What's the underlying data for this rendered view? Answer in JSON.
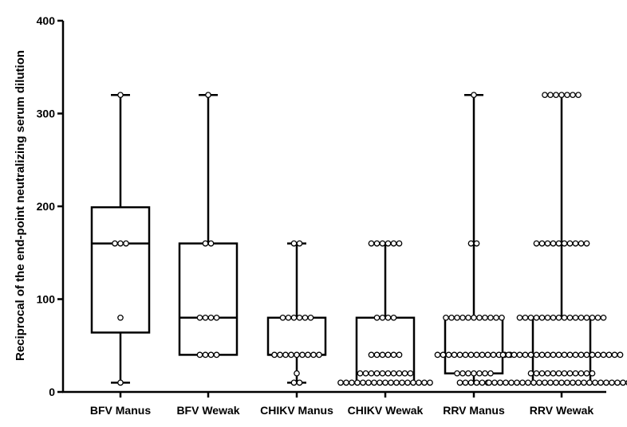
{
  "chart_data": {
    "type": "boxplot",
    "title": "",
    "xlabel": "",
    "ylabel": "Reciprocal of the end-point  neutralizing serum dilution",
    "ylim": [
      0,
      400
    ],
    "yticks": [
      0,
      100,
      200,
      300,
      400
    ],
    "grid": false,
    "legend": "none",
    "categories": [
      "BFV Manus",
      "BFV Wewak",
      "CHIKV Manus",
      "CHIKV Wewak",
      "RRV Manus",
      "RRV Wewak"
    ],
    "boxes": [
      {
        "name": "BFV Manus",
        "min": 10,
        "q1": 64,
        "median": 160,
        "q3": 199,
        "max": 320
      },
      {
        "name": "BFV Wewak",
        "min": 40,
        "q1": 40,
        "median": 80,
        "q3": 160,
        "max": 320
      },
      {
        "name": "CHIKV Manus",
        "min": 10,
        "q1": 40,
        "median": 40,
        "q3": 80,
        "max": 160
      },
      {
        "name": "CHIKV Wewak",
        "min": 10,
        "q1": 10,
        "median": 20,
        "q3": 80,
        "max": 160
      },
      {
        "name": "RRV Manus",
        "min": 10,
        "q1": 20,
        "median": 40,
        "q3": 80,
        "max": 320
      },
      {
        "name": "RRV Wewak",
        "min": 10,
        "q1": 10,
        "median": 40,
        "q3": 80,
        "max": 320
      }
    ],
    "points": [
      [
        {
          "y": 320,
          "n": 1
        },
        {
          "y": 160,
          "n": 3
        },
        {
          "y": 80,
          "n": 1
        },
        {
          "y": 10,
          "n": 1
        }
      ],
      [
        {
          "y": 320,
          "n": 1
        },
        {
          "y": 160,
          "n": 2
        },
        {
          "y": 80,
          "n": 4
        },
        {
          "y": 40,
          "n": 4
        }
      ],
      [
        {
          "y": 160,
          "n": 2
        },
        {
          "y": 80,
          "n": 6
        },
        {
          "y": 40,
          "n": 9
        },
        {
          "y": 20,
          "n": 1
        },
        {
          "y": 10,
          "n": 2
        }
      ],
      [
        {
          "y": 160,
          "n": 6
        },
        {
          "y": 80,
          "n": 4
        },
        {
          "y": 40,
          "n": 6
        },
        {
          "y": 20,
          "n": 10
        },
        {
          "y": 10,
          "n": 17
        }
      ],
      [
        {
          "y": 320,
          "n": 1
        },
        {
          "y": 160,
          "n": 2
        },
        {
          "y": 80,
          "n": 11
        },
        {
          "y": 40,
          "n": 14
        },
        {
          "y": 20,
          "n": 7
        },
        {
          "y": 10,
          "n": 6
        }
      ],
      [
        {
          "y": 320,
          "n": 7
        },
        {
          "y": 160,
          "n": 10
        },
        {
          "y": 80,
          "n": 16
        },
        {
          "y": 40,
          "n": 22
        },
        {
          "y": 20,
          "n": 12
        },
        {
          "y": 10,
          "n": 27
        }
      ]
    ]
  }
}
